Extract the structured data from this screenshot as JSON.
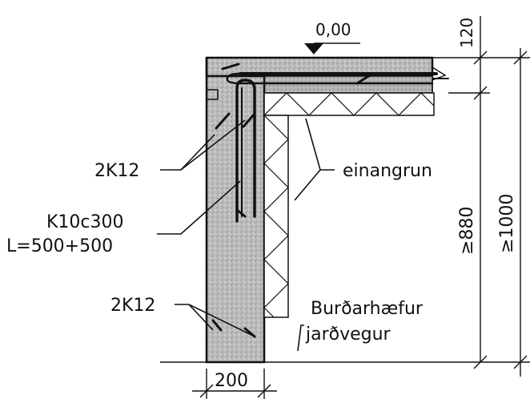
{
  "drawing": {
    "level_marker": "0,00",
    "rebar_top": "2K12",
    "stirrup_label": "K10c300",
    "stirrup_length": "L=500+500",
    "rebar_bottom": "2K12",
    "insulation_label": "einangrun",
    "soil_label_line1": "Burðarhæfur",
    "soil_label_line2": "jarðvegur",
    "wall_width": "200",
    "dim_slab": "120",
    "dim_wall_height": "≥880",
    "dim_total_height": "≥1000"
  }
}
